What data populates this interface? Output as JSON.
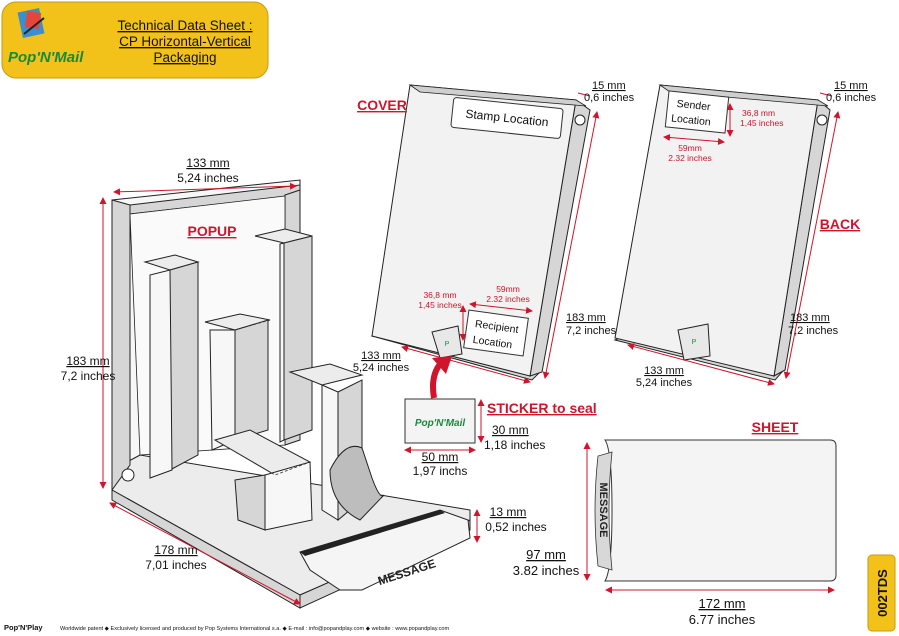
{
  "header": {
    "logo_text": "Pop'N'Mail",
    "title_line1": "Technical Data Sheet :",
    "title_line2": "CP Horizontal-Vertical",
    "title_line3": "Packaging",
    "bg_color": "#f2c21b"
  },
  "popup": {
    "label": "POPUP",
    "width_mm": "133 mm",
    "width_in": "5,24 inches",
    "height_mm": "183 mm",
    "height_in": "7,2 inches",
    "depth_mm": "178 mm",
    "depth_in": "7,01 inches",
    "tab_mm": "13 mm",
    "tab_in": "0,52 inches",
    "message_text": "MESSAGE"
  },
  "cover": {
    "label": "COVER",
    "stamp_text": "Stamp Location",
    "recipient_text": "Recipient",
    "location_text": "Location",
    "thick_mm": "15 mm",
    "thick_in": "0,6 inches",
    "height_mm": "183 mm",
    "height_in": "7,2 inches",
    "width_mm": "133 mm",
    "width_in": "5,24 inches",
    "v_mm": "36,8 mm",
    "v_in": "1,45 inches",
    "h_mm": "59mm",
    "h_in": "2.32 inches"
  },
  "back": {
    "label": "BACK",
    "sender_text": "Sender",
    "location_text": "Location",
    "thick_mm": "15 mm",
    "thick_in": "0,6 inches",
    "v_mm": "36,8 mm",
    "v_in": "1,45 inches",
    "h_mm": "59mm",
    "h_in": "2.32 inches",
    "height_mm": "183 mm",
    "height_in": "7,2 inches",
    "width_mm": "133 mm",
    "width_in": "5,24 inches"
  },
  "sticker": {
    "label": "STICKER to seal",
    "logo_text": "Pop'N'Mail",
    "height_mm": "30 mm",
    "height_in": "1,18 inches",
    "width_mm": "50 mm",
    "width_in": "1,97 inchs"
  },
  "sheet": {
    "label": "SHEET",
    "message_text": "MESSAGE",
    "height_mm": "97 mm",
    "height_in": "3.82 inches",
    "width_mm": "172 mm",
    "width_in": "6.77 inches"
  },
  "footer": {
    "brand": "Pop'N'Play",
    "text": "Worldwide patent ◆ Exclusively licensed and produced by Pop Systems International s.a. ◆ E-mail : info@popandplay.com ◆ website : www.popandplay.com",
    "code": "002TDS",
    "code_bg": "#f2c21b"
  }
}
